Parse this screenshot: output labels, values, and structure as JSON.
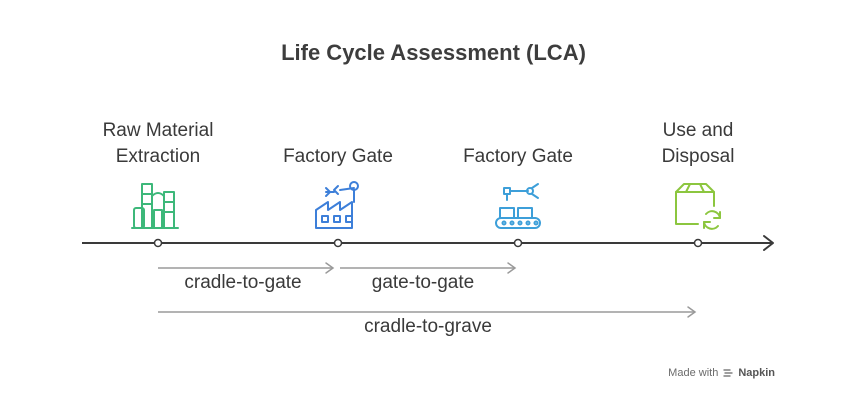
{
  "title": "Life Cycle Assessment (LCA)",
  "stages": [
    {
      "lines": [
        "Raw Material",
        "Extraction"
      ],
      "icon": "refinery-icon",
      "color": "#3db87a"
    },
    {
      "lines": [
        "Factory Gate"
      ],
      "icon": "factory-icon",
      "color": "#3d7fd9"
    },
    {
      "lines": [
        "Factory Gate"
      ],
      "icon": "assembly-line-icon",
      "color": "#3d9fd9"
    },
    {
      "lines": [
        "Use and",
        "Disposal"
      ],
      "icon": "recycle-box-icon",
      "color": "#8cc63f"
    }
  ],
  "ranges": [
    {
      "label": "cradle-to-gate"
    },
    {
      "label": "gate-to-gate"
    },
    {
      "label": "cradle-to-grave"
    }
  ],
  "footer": {
    "prefix": "Made with",
    "brand": "Napkin"
  }
}
